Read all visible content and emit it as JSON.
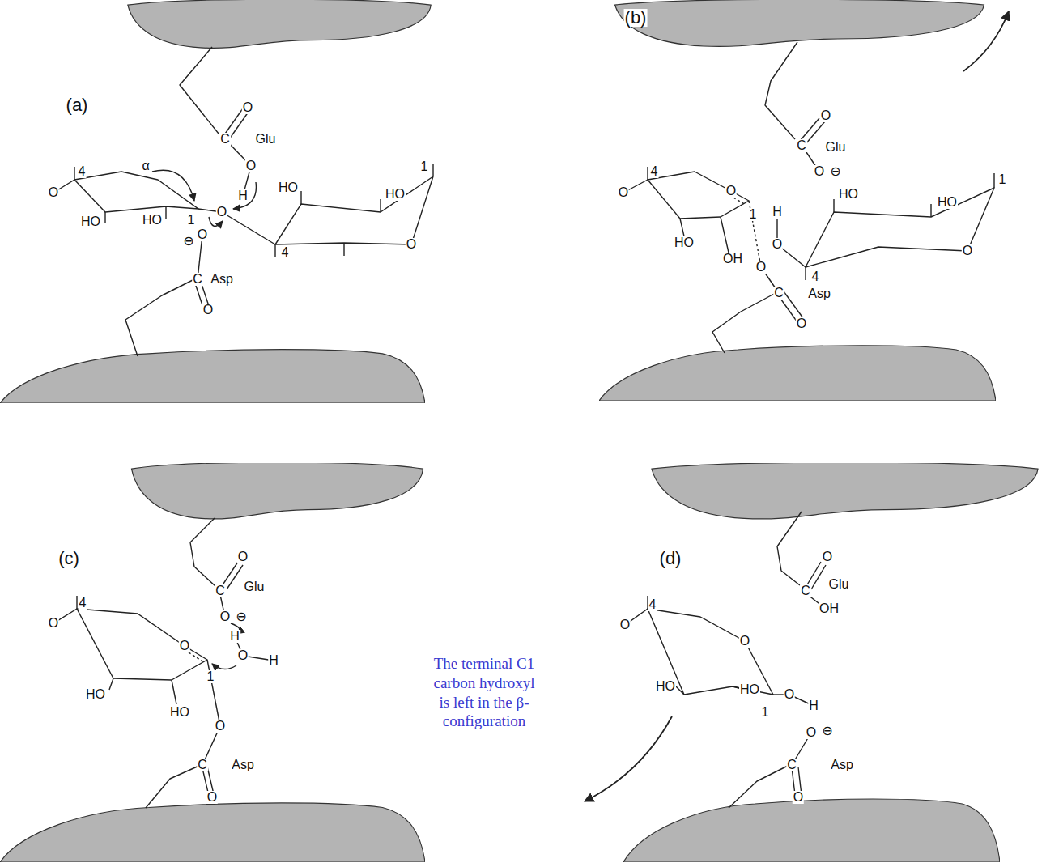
{
  "diagram": {
    "labels": [
      "(a)",
      "O",
      "C",
      "Glu",
      "O",
      "H",
      "O",
      "4",
      "α",
      "HO",
      "HO",
      "1",
      "O",
      "HO",
      "HO",
      "1",
      "O",
      "4",
      "⊖",
      "O",
      "C",
      "Asp",
      "O",
      "(b)",
      "O",
      "C",
      "Glu",
      "O",
      "⊖",
      "O",
      "4",
      "O",
      "1",
      "HO",
      "OH",
      "H",
      "O",
      "4",
      "HO",
      "HO",
      "1",
      "O",
      "O",
      "C",
      "Asp",
      "O",
      "(c)",
      "O",
      "C",
      "Glu",
      "O",
      "⊖",
      "H",
      "O",
      "H",
      "O",
      "4",
      "O",
      "1",
      "HO",
      "HO",
      "O",
      "C",
      "Asp",
      "O",
      "(d)",
      "O",
      "C",
      "Glu",
      "OH",
      "O",
      "4",
      "O",
      "HO",
      "HO",
      "1",
      "O",
      "H",
      "O",
      "⊖",
      "C",
      "Asp",
      "O",
      "The terminal C1 carbon hydroxyl is left in the β-configuration"
    ]
  }
}
